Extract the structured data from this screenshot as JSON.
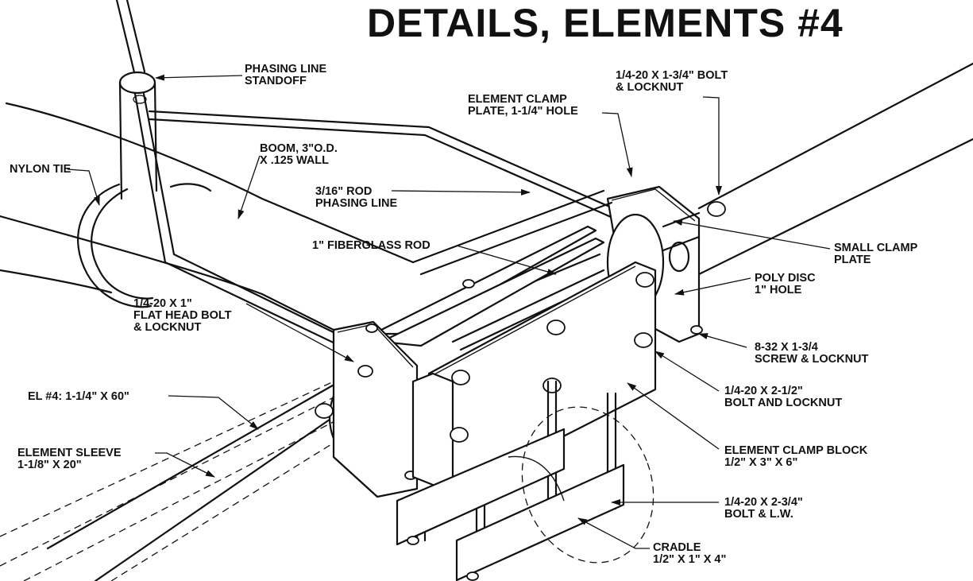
{
  "title": "DETAILS, ELEMENTS #4",
  "labels": {
    "phasing_standoff": "PHASING LINE\nSTANDOFF",
    "nylon_tie": "NYLON TIE",
    "boom": "BOOM, 3\"O.D.\nX .125 WALL",
    "rod_phasing": "3/16\" ROD\nPHASING LINE",
    "clamp_plate": "ELEMENT CLAMP\nPLATE, 1-1/4\" HOLE",
    "bolt_locknut_top": "1/4-20 X 1-3/4\" BOLT\n& LOCKNUT",
    "fiberglass_rod": "1\" FIBERGLASS ROD",
    "small_clamp": "SMALL CLAMP\nPLATE",
    "poly_disc": "POLY DISC\n1\" HOLE",
    "flat_head": "1/4-20 X 1\"\nFLAT HEAD BOLT\n& LOCKNUT",
    "screw_locknut": "8-32 X 1-3/4\nSCREW & LOCKNUT",
    "el4": "EL #4: 1-1/4\" X 60\"",
    "bolt_and_locknut": "1/4-20 X 2-1/2\"\nBOLT AND LOCKNUT",
    "element_sleeve": "ELEMENT SLEEVE\n1-1/8\" X 20\"",
    "clamp_block": "ELEMENT CLAMP BLOCK\n1/2\" X 3\" X 6\"",
    "bolt_lw": "1/4-20 X 2-3/4\"\nBOLT & L.W.",
    "cradle": "CRADLE\n1/2\" X 1\" X 4\""
  }
}
